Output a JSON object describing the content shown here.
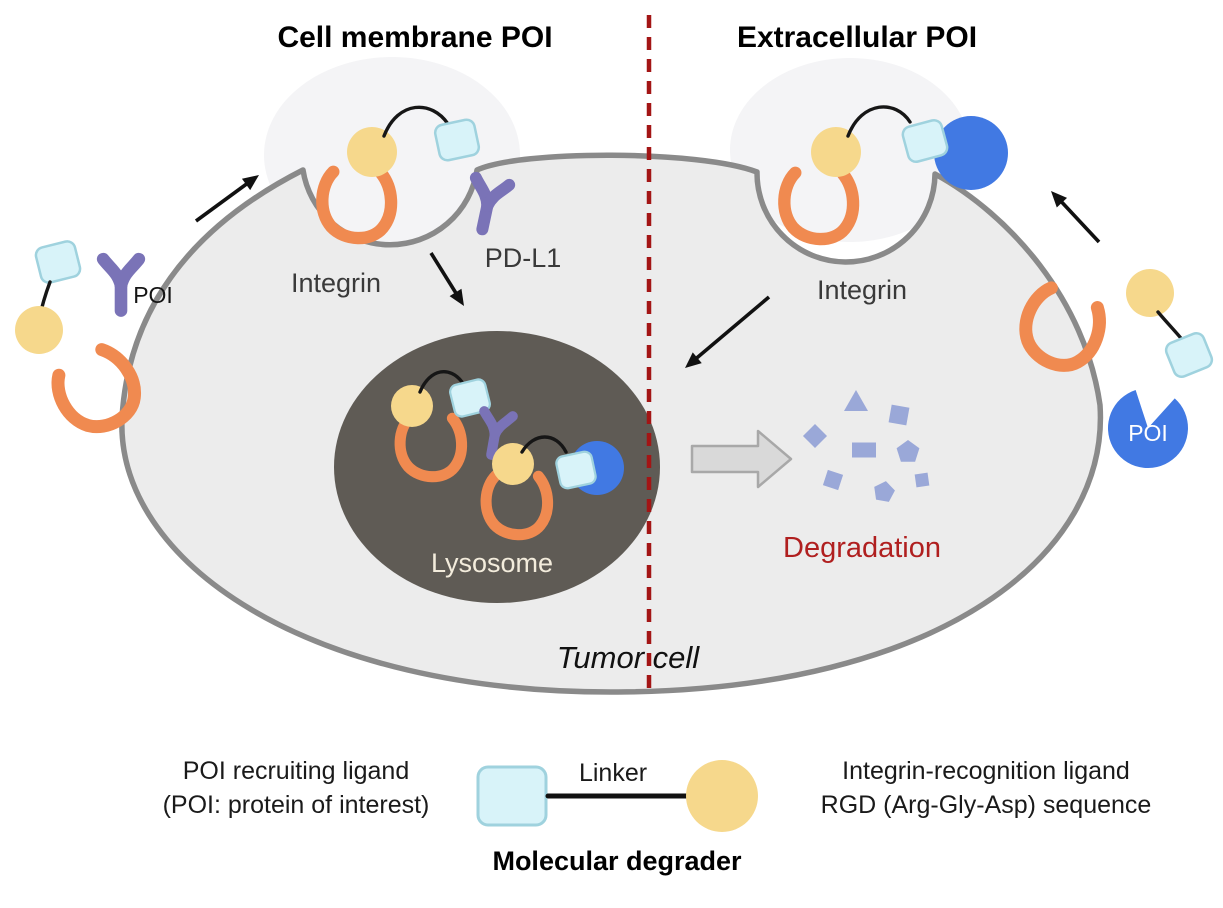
{
  "titles": {
    "left": "Cell membrane POI",
    "right": "Extracellular POI"
  },
  "labels": {
    "integrin_left": "Integrin",
    "pdl1": "PD-L1",
    "integrin_right": "Integrin",
    "poi_membrane": "POI",
    "poi_extracellular": "POI",
    "lysosome": "Lysosome",
    "degradation": "Degradation",
    "tumor_cell": "Tumor cell"
  },
  "legend": {
    "poi_ligand_line1": "POI recruiting ligand",
    "poi_ligand_line2": "(POI: protein of interest)",
    "linker": "Linker",
    "rgd_line1": "Integrin-recognition ligand",
    "rgd_line2": "RGD (Arg-Gly-Asp) sequence",
    "degrader": "Molecular degrader"
  },
  "colors": {
    "integrin": "#f08a50",
    "rgd": "#f6d88c",
    "ligand": "#d8f3f9",
    "ligandBorder": "#9fd2de",
    "poiPurple": "#7a73b7",
    "poiBlue": "#4179e3",
    "fragment": "#9aa8d8",
    "dividerRed": "#a31515",
    "degradationRed": "#b01f1f",
    "cellFill": "#ececec",
    "cellBorder": "#8a8a8a",
    "lysosome": "#5f5b55",
    "lysosomeText": "#f3ecdc",
    "arrow": "#111111",
    "blockArrowFill": "#d9d9d9",
    "blockArrowBorder": "#a8a8a8",
    "textDark": "#262626"
  }
}
